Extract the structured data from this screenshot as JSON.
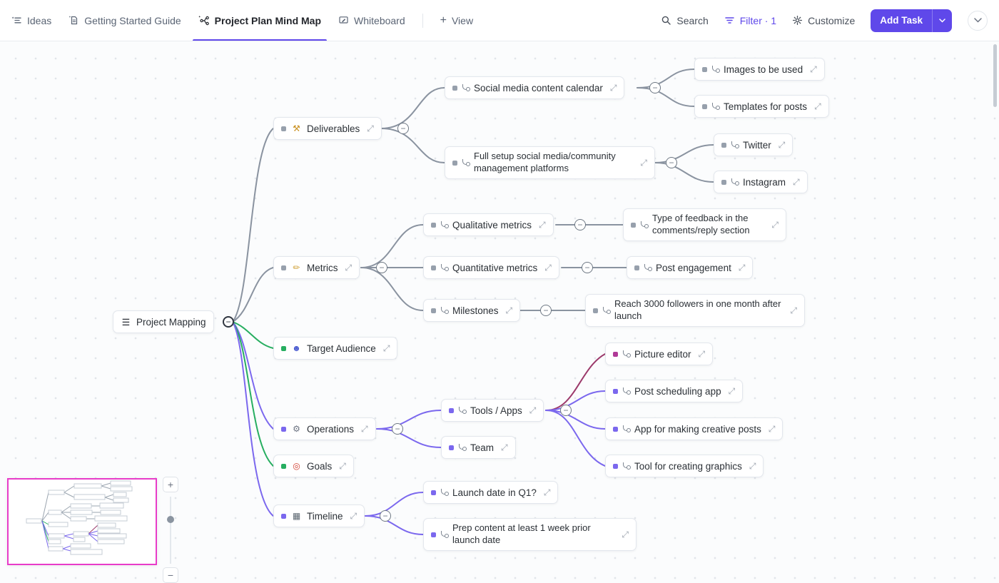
{
  "colors": {
    "accent": "#5f48ea",
    "line_gray": "#8a93a0",
    "line_green": "#27ae60",
    "line_blue": "#7b68ee",
    "line_magenta": "#9c3a6b",
    "square_gray": "#97a0ac",
    "square_green": "#27ae60",
    "square_blue": "#7b68ee",
    "square_magenta": "#b03a97",
    "minimap_border": "#e83cc9"
  },
  "topbar": {
    "tabs": [
      {
        "label": "Ideas"
      },
      {
        "label": "Getting Started Guide"
      },
      {
        "label": "Project Plan Mind Map"
      },
      {
        "label": "Whiteboard"
      }
    ],
    "view_plus": "+",
    "view_label": "View",
    "search_label": "Search",
    "filter_label": "Filter · 1",
    "customize_label": "Customize",
    "add_task_label": "Add Task"
  },
  "mindmap": {
    "collapse_glyph": "−",
    "expand_glyph": "⤢",
    "root": {
      "label": "Project Mapping",
      "icon": "☰"
    },
    "nodes": [
      {
        "label": "Deliverables",
        "icon": "⚒"
      },
      {
        "label": "Social media content calendar"
      },
      {
        "label": "Images to be used"
      },
      {
        "label": "Templates for posts"
      },
      {
        "label": "Full setup social media/community management platforms"
      },
      {
        "label": "Twitter"
      },
      {
        "label": "Instagram"
      },
      {
        "label": "Metrics",
        "icon": "✏"
      },
      {
        "label": "Qualitative metrics"
      },
      {
        "label": "Type of feedback in the comments/reply section"
      },
      {
        "label": "Quantitative metrics"
      },
      {
        "label": "Post engagement"
      },
      {
        "label": "Milestones"
      },
      {
        "label": "Reach 3000 followers in one month after launch"
      },
      {
        "label": "Target Audience",
        "icon": "☻"
      },
      {
        "label": "Picture editor"
      },
      {
        "label": "Post scheduling app"
      },
      {
        "label": "Operations",
        "icon": "⚙"
      },
      {
        "label": "Tools / Apps"
      },
      {
        "label": "App for making creative posts"
      },
      {
        "label": "Team"
      },
      {
        "label": "Tool for creating graphics"
      },
      {
        "label": "Goals",
        "icon": "◎"
      },
      {
        "label": "Timeline",
        "icon": "▦"
      },
      {
        "label": "Launch date in Q1?"
      },
      {
        "label": "Prep content at least 1 week prior launch date"
      }
    ]
  },
  "zoom": {
    "plus": "+",
    "minus": "−"
  }
}
